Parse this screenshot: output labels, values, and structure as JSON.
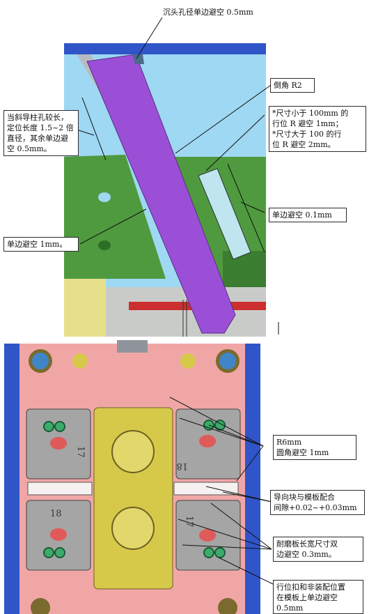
{
  "top_panel": {
    "callouts": [
      {
        "id": "countersink",
        "text": "沉头孔径单边避空 0.5mm"
      },
      {
        "id": "chamfer",
        "text": "倒角 R2"
      },
      {
        "id": "guide-pin-length",
        "text": "当斜导柱孔较长，\n定位长度 1.5~2 倍\n直径，其余单边避\n空 0.5mm。"
      },
      {
        "id": "slider-clearance",
        "text": "*尺寸小于 100mm 的\n行位 R 避空 1mm；\n*尺寸大于  100  的行\n位 R 避空 2mm。"
      },
      {
        "id": "single-side-01",
        "text": "单边避空 0.1mm"
      },
      {
        "id": "single-side-1",
        "text": "单边避空 1mm。"
      }
    ]
  },
  "bottom_panel": {
    "plate_labels": [
      "17",
      "18",
      "18",
      "17"
    ],
    "callouts": [
      {
        "id": "r6-fillet",
        "text": "R6mm\n圆角避空 1mm"
      },
      {
        "id": "guide-block-fit",
        "text": "导向块与模板配合\n间隙+0.02~+0.03mm"
      },
      {
        "id": "wear-plate",
        "text": "耐磨板长宽尺寸双\n边避空 0.3mm。"
      },
      {
        "id": "slider-lock",
        "text": "行位扣和非装配位置\n在模板上单边避空\n0.5mm"
      }
    ]
  },
  "colors": {
    "mold_green": "#4f9a3f",
    "slider_purple": "#9b4fd6",
    "plate_pink": "#f1a6a6",
    "plate_blue": "#2f55c8",
    "insert_yellow": "#d6c94a",
    "wear_plate_gray": "#a5a5a5"
  }
}
